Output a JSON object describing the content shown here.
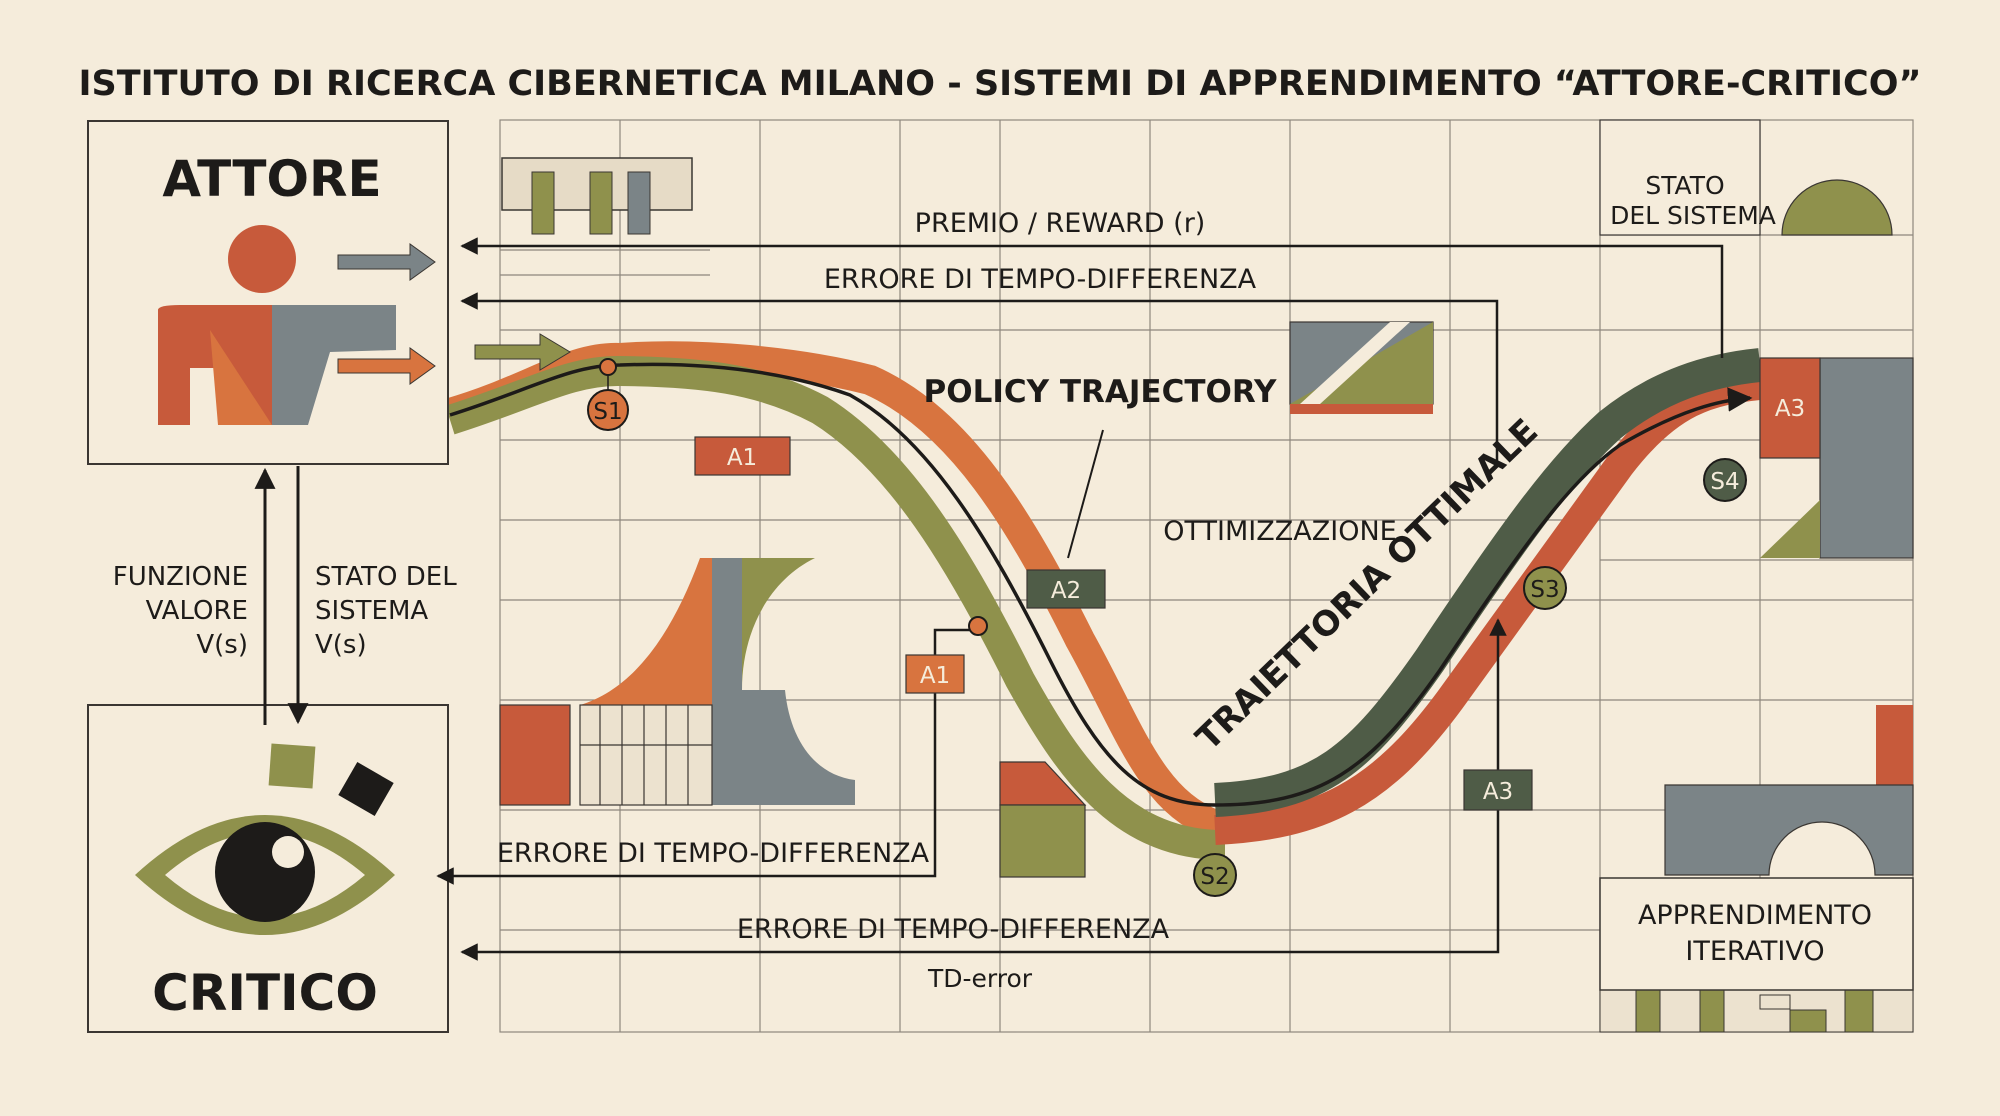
{
  "title": "ISTITUTO DI RICERCA CIBERNETICA MILANO - SISTEMI DI APPRENDIMENTO “ATTORE-CRITICO”",
  "actor": {
    "label": "ATTORE"
  },
  "critic": {
    "label": "CRITICO"
  },
  "left_labels": {
    "value_function": [
      "FUNZIONE",
      "VALORE",
      "V(s)"
    ],
    "system_state": [
      "STATO DEL",
      "SISTEMA",
      "V(s)"
    ]
  },
  "arrows": {
    "reward": "PREMIO / REWARD (r)",
    "td_error_top": "ERRORE DI TEMPO-DIFFERENZA",
    "td_error_mid": "ERRORE DI TEMPO-DIFFERENZA",
    "td_error_bottom": "ERRORE DI TEMPO-DIFFERENZA",
    "td_error_short": "TD-error"
  },
  "trajectory": {
    "policy_label": "POLICY TRAJECTORY",
    "optimization_label": "OTTIMIZZAZIONE",
    "optimal_label": "TRAIETTORIA OTTIMALE"
  },
  "states": {
    "s1": "S1",
    "s2": "S2",
    "s3": "S3",
    "s4": "S4"
  },
  "actions": {
    "a1_top": "A1",
    "a1_low": "A1",
    "a2": "A2",
    "a3_low": "A3",
    "a3_top": "A3"
  },
  "system_state_box": [
    "STATO",
    "DEL SISTEMA"
  ],
  "iterative_box": [
    "APPRENDIMENTO",
    "ITERATIVO"
  ],
  "colors": {
    "background": "#f5ecdb",
    "orange": "#d8743f",
    "red": "#c75a3b",
    "olive": "#8f914c",
    "dark_green": "#4f5c47",
    "slate": "#7b8487",
    "ink": "#1d1b19"
  }
}
